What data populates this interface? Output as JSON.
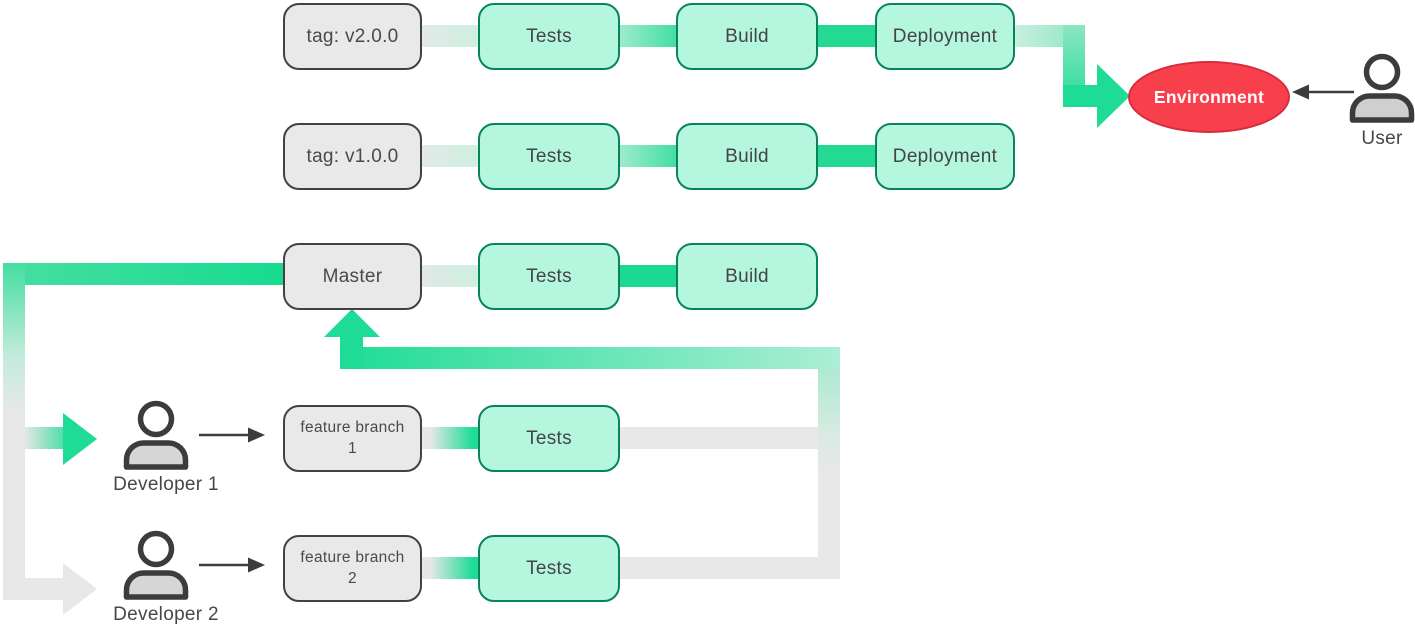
{
  "palette": {
    "green_strong": "#1edc95",
    "green_medium": "#55dfae",
    "green_box_fill": "#b4f6de",
    "green_box_border": "#08845c",
    "gray_box_fill": "#e9e9e9",
    "gray_box_border": "#424242",
    "pipe_gray": "#e8e8e8",
    "red_fill": "#f8404d",
    "red_border": "#d62c3e",
    "text": "#4a4a4a",
    "arrow_dark": "#3c3c3c"
  },
  "pipeline": {
    "row_v2": {
      "source": "tag: v2.0.0",
      "tests": "Tests",
      "build": "Build",
      "deployment": "Deployment"
    },
    "row_v1": {
      "source": "tag: v1.0.0",
      "tests": "Tests",
      "build": "Build",
      "deployment": "Deployment"
    },
    "row_master": {
      "source": "Master",
      "tests": "Tests",
      "build": "Build"
    },
    "row_feature1": {
      "source_line1": "feature branch",
      "source_line2": "1",
      "tests": "Tests",
      "actor": "Developer 1"
    },
    "row_feature2": {
      "source_line1": "feature branch",
      "source_line2": "2",
      "tests": "Tests",
      "actor": "Developer 2"
    },
    "environment": {
      "label": "Environment"
    },
    "user": {
      "label": "User"
    }
  }
}
